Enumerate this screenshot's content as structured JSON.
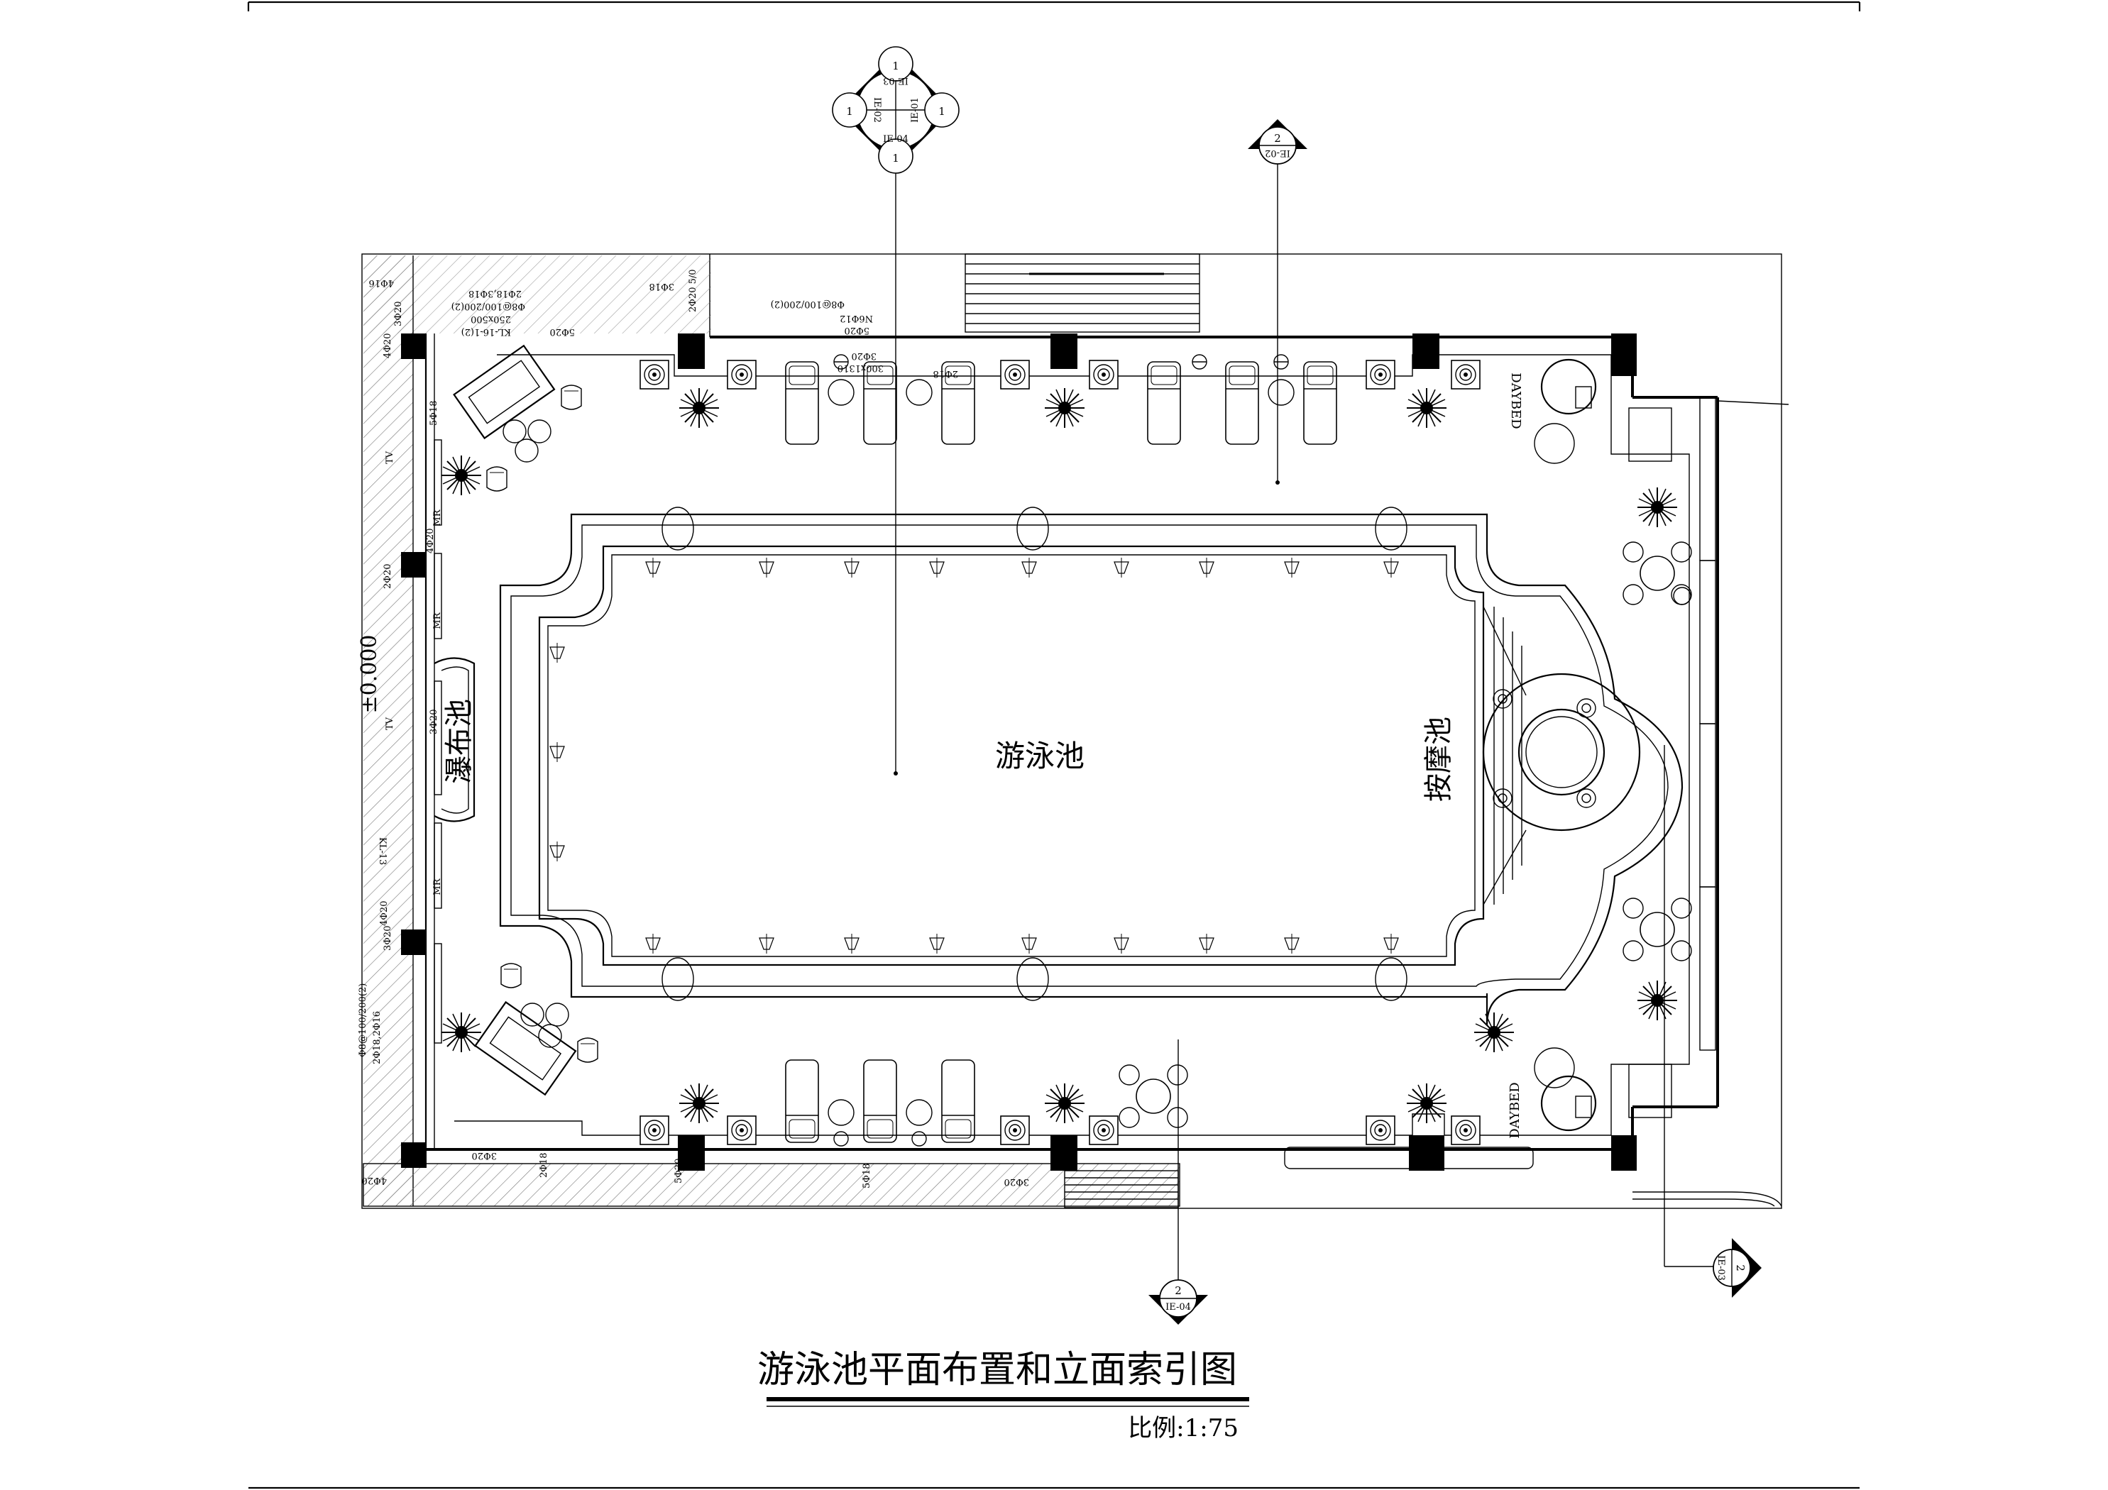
{
  "drawing": {
    "title": "游泳池平面布置和立面索引图",
    "scale": "比例:1:75",
    "rooms": {
      "swimming_pool": "游泳池",
      "massage_pool": "按摩池",
      "waterfall_pool": "瀑布池"
    },
    "daybed_label": "DAYBED",
    "tv_label": "TV",
    "mr_label": "MR",
    "elevation": "±0.000",
    "markers": {
      "top_multi": {
        "numbers": [
          "1",
          "1",
          "1",
          "1"
        ],
        "refs": [
          "IE-03",
          "IE-02",
          "IE-01",
          "IE-04"
        ]
      },
      "top_right": {
        "number": "2",
        "ref": "IE-02"
      },
      "bottom": {
        "number": "2",
        "ref": "IE-04"
      },
      "right": {
        "number": "2",
        "ref": "IE-03"
      }
    },
    "annotations": {
      "a1": "4Φ16",
      "a2": "3Φ18",
      "a3": "2Φ18,3Φ18",
      "a4": "Φ8@100/200(2)",
      "a5": "250x500",
      "a6": "KL-16-1(2)",
      "a7": "5Φ20",
      "a8": "2Φ20 5/0",
      "a9": "Φ8@100/200(2)",
      "a10": "N6Φ12",
      "a11": "5Φ20",
      "a12": "300x1310",
      "a13": "3Φ20",
      "a14": "2Φ18",
      "a15": "4Φ20",
      "a16": "3Φ20",
      "a17": "5Φ18",
      "a18": "2Φ20",
      "a19": "4Φ20",
      "a20": "3Φ20",
      "a21": "KL-13",
      "a22": "Φ8@100/200(2)",
      "a23": "2Φ18,2Φ16",
      "a24": "3Φ20",
      "a25": "4Φ20",
      "a26": "2Φ18",
      "a27": "3Φ20",
      "a28": "5Φ20",
      "a29": "5Φ18",
      "a30": "3Φ20"
    }
  }
}
